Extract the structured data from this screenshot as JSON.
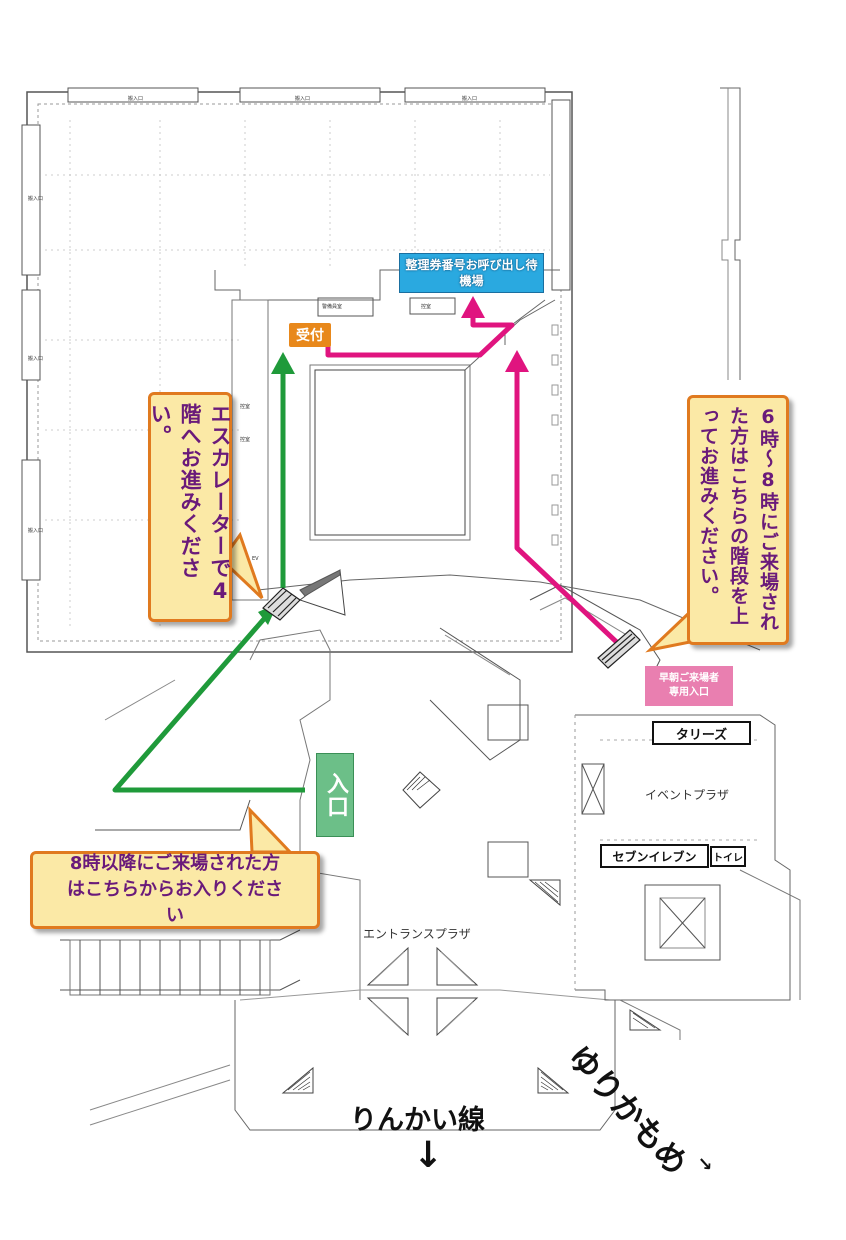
{
  "callouts": {
    "waiting_area": "整理券番号お呼び出し待機場",
    "reception": "受付",
    "escalator": "エスカレーターで4階へお進みください。",
    "early": "6時〜8時にご来場された方はこちらの階段を上ってお進みください。",
    "after8": "8時以降にご来場された方はこちらからお入りください",
    "entrance": "入口",
    "early_entrance": "早朝ご来場者専用入口"
  },
  "shops": {
    "tullys": "タリーズ",
    "seven": "セブンイレブン",
    "toilet": "トイレ"
  },
  "areas": {
    "event_plaza": "イベントプラザ",
    "entrance_plaza": "エントランスプラザ"
  },
  "transit": {
    "rinkai": "りんかい線",
    "rinkai_arrow": "↓",
    "yurikamome": "ゆりかもめ",
    "yurikamome_arrow": "→"
  },
  "floor_small": {
    "carry_in": "搬入口",
    "waiting": "控室",
    "manager_office": "警備員室",
    "elevator": "EV"
  },
  "route_colors": {
    "green": "#1f9a3a",
    "magenta": "#e0147f",
    "orange": "#e8881b",
    "blue": "#2aa9e0"
  }
}
